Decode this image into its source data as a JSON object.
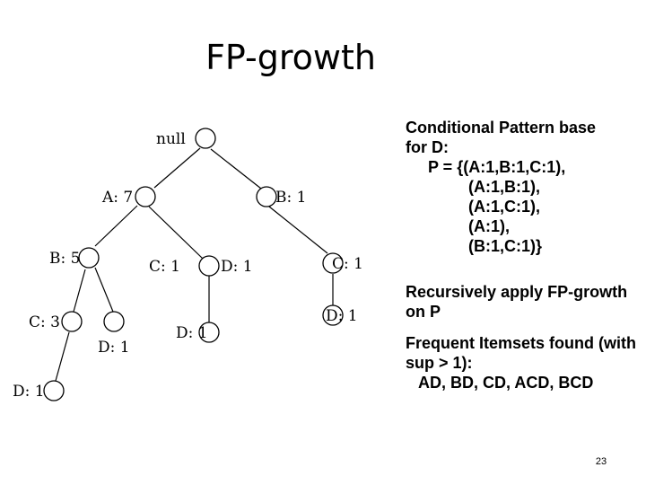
{
  "slide": {
    "title": "FP-growth",
    "page_number": "23"
  },
  "tree": {
    "labels": {
      "null": "null",
      "a7": "A: 7",
      "b1": "B: 1",
      "b5": "B: 5",
      "c1_left": "C: 1",
      "d1_mid": "D: 1",
      "c1_right": "C: 1",
      "c3": "C: 3",
      "d1_c1": "D: 1",
      "d1_right": "D: 1",
      "d1_b5": "D: 1",
      "d1_c3": "D: 1"
    }
  },
  "notes": {
    "cpb_lines": [
      "Conditional Pattern base",
      "for D:",
      "     P = {(A:1,B:1,C:1),",
      "              (A:1,B:1),",
      "              (A:1,C:1),",
      "              (A:1),",
      "              (B:1,C:1)}"
    ],
    "recursive": "Recursively apply FP-growth on P",
    "frequent_heading": "Frequent Itemsets found (with sup > 1):",
    "frequent_list": "AD, BD, CD, ACD, BCD"
  }
}
